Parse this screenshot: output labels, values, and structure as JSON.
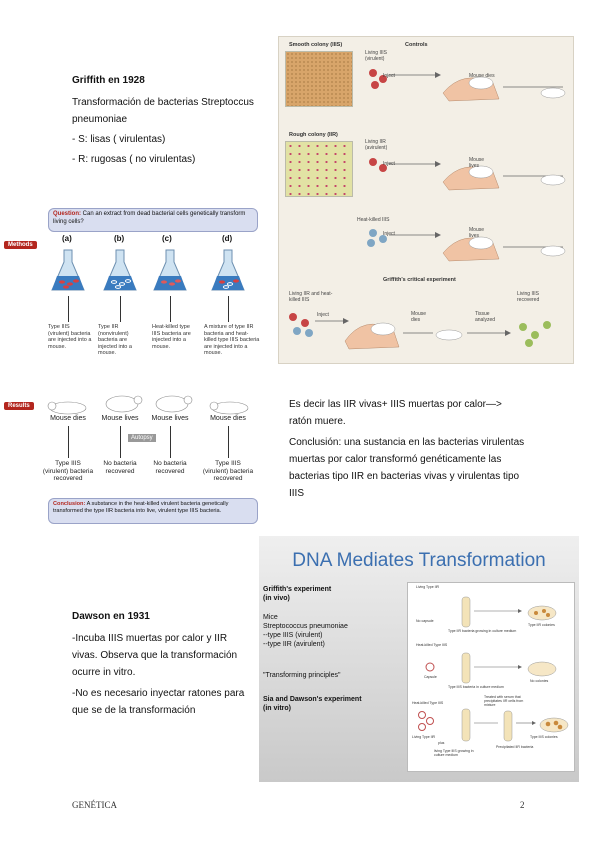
{
  "griffith": {
    "heading": "Griffith en 1928",
    "line1": "Transformación de bacterias Streptoccus",
    "line2": "pneumoniae",
    "bullet1": "-  S: lisas ( virulentas)",
    "bullet2": "-  R: rugosas ( no virulentas)"
  },
  "controls_figure": {
    "smooth_label": "Smooth colony (IIIS)",
    "controls_label": "Controls",
    "living_iiis": "Living IIIS (virulent)",
    "rough_label": "Rough colony (IIR)",
    "living_iir": "Living IIR (avirulent)",
    "heat_killed": "Heat-killed IIIS",
    "inject": "Inject",
    "mouse_dies": "Mouse dies",
    "mouse_lives": "Mouse lives",
    "critical": "Griffith's critical experiment",
    "living_mix": "Living IIR and heat-killed IIIS",
    "tissue": "Tissue analyzed",
    "recovered": "Living IIIS recovered"
  },
  "experiment_figure": {
    "question_label": "Question:",
    "question": "Can an extract from dead bacterial cells genetically transform living cells?",
    "methods": "Methods",
    "results": "Results",
    "columns": [
      "(a)",
      "(b)",
      "(c)",
      "(d)"
    ],
    "descriptions": [
      "Type IIIS (virulent) bacteria are injected into a mouse.",
      "Type IIR (nonvirulent) bacteria are injected into a mouse.",
      "Heat-killed type IIIS bacteria are injected into a mouse.",
      "A mixture of type IIR bacteria and heat-killed type IIIS bacteria are injected into a mouse."
    ],
    "outcomes": [
      "Mouse dies",
      "Mouse lives",
      "Mouse lives",
      "Mouse dies"
    ],
    "autopsy": "Autopsy",
    "recovered": [
      "Type IIIS (virulent) bacteria recovered",
      "No bacteria recovered",
      "No bacteria recovered",
      "Type IIIS (virulent) bacteria recovered"
    ],
    "conclusion_label": "Conclusion:",
    "conclusion": "A substance in the heat-killed virulent bacteria genetically transformed the type IIR bacteria into live, virulent type IIIS bacteria."
  },
  "explanation": {
    "line1": "Es decir las IIR vivas+ IIIS muertas por calor—>",
    "line2": "ratón muere.",
    "line3": "Conclusión: una sustancia en las bacterias virulentas",
    "line4": "muertas por calor transformó genéticamente las",
    "line5": "bacterias tipo IIR en bacterias vivas y virulentas tipo",
    "line6": "IIIS"
  },
  "dawson": {
    "heading": "Dawson en 1931",
    "line1": "-Incuba IIIS muertas por calor y IIR",
    "line2": "vivas. Observa que la transformación",
    "line3": "ocurre in vitro.",
    "line4": "-No es necesario inyectar ratones para",
    "line5": "que se de la transformación"
  },
  "slide": {
    "title": "DNA Mediates Transformation",
    "griffith_title": "Griffith's experiment",
    "griffith_sub": "(in vivo)",
    "mice": "Mice",
    "species": "Streptococcus pneumoniae",
    "type1": "--type IIIS (virulent)",
    "type2": "--type IIR (avirulent)",
    "principles": "\"Transforming principles\"",
    "sia_title": "Sia and Dawson's experiment",
    "sia_sub": "(in vitro)",
    "p_living": "Living Type IIR",
    "p_no_capsule": "No capsule",
    "p_growing": "Type IIR bacteria growing in culture medium",
    "p_iir_col": "Type IIR colonies",
    "p_heat": "Heat-killed Type IIIS",
    "p_capsule": "Capsule",
    "p_iiis_med": "Type IIIS bacteria in culture medium",
    "p_no_col": "No colonies",
    "p_treated": "Treated with serum that precipitates IIR cells from mixture",
    "p_precip": "Precipitated IIR bacteria",
    "p_iiis_col": "Type IIIS colonies",
    "p_plus": "plus",
    "p_living2": "Living Type IIR",
    "p_living3": "living Type IIIS growing in culture medium"
  },
  "footer": {
    "left": "GENÉTICA",
    "page": "2"
  }
}
